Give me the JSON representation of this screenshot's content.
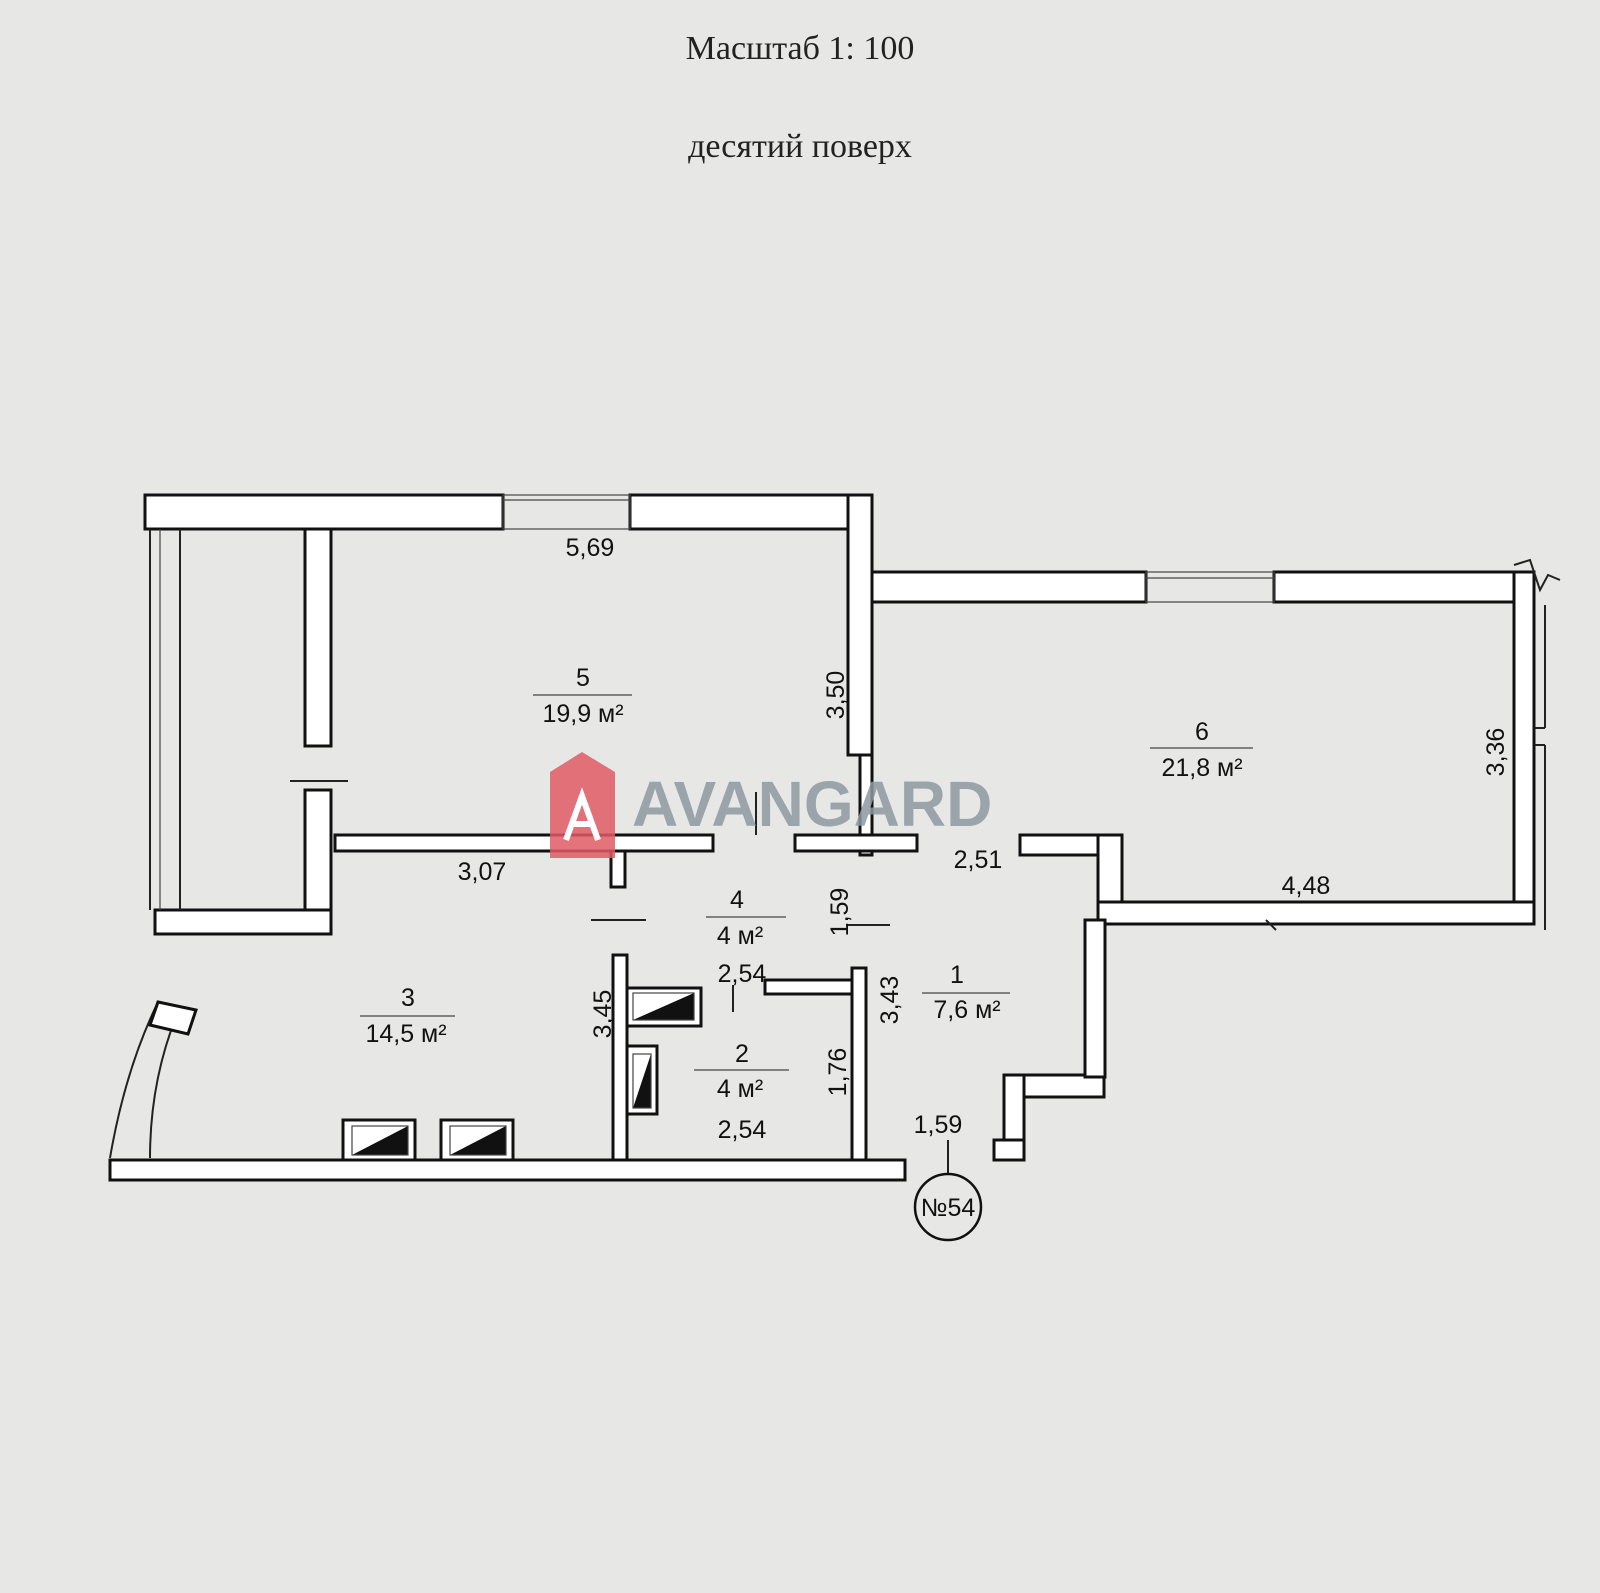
{
  "header": {
    "scale": "Масштаб 1: 100",
    "floor": "десятий поверх"
  },
  "watermark": {
    "brand": "AVANGARD",
    "accent_color": "#e05a64",
    "text_color": "#8e97a1"
  },
  "rooms": [
    {
      "number": "1",
      "area": "7,6 м²"
    },
    {
      "number": "2",
      "area": "4 м²"
    },
    {
      "number": "3",
      "area": "14,5 м²"
    },
    {
      "number": "4",
      "area": "4 м²"
    },
    {
      "number": "5",
      "area": "19,9 м²"
    },
    {
      "number": "6",
      "area": "21,8 м²"
    }
  ],
  "dimensions": {
    "d_569": "5,69",
    "d_350": "3,50",
    "d_336": "3,36",
    "d_307": "3,07",
    "d_251": "2,51",
    "d_448": "4,48",
    "d_159_top": "1,59",
    "d_254_top": "2,54",
    "d_345": "3,45",
    "d_343": "3,43",
    "d_176": "1,76",
    "d_254_bottom": "2,54",
    "d_159_bottom": "1,59"
  },
  "apartment_number": "№54"
}
